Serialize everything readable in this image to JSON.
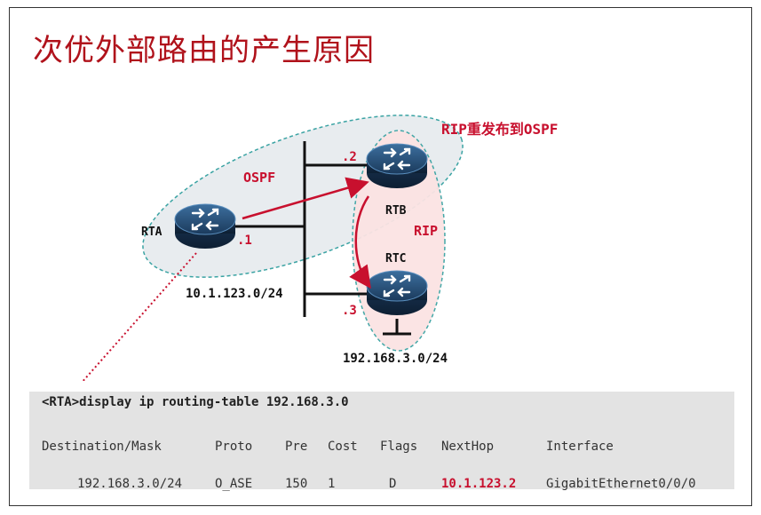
{
  "title": "次优外部路由的产生原因",
  "diagram": {
    "labels": {
      "ospf": "OSPF",
      "rip": "RIP",
      "redistribute": "RIP重发布到OSPF",
      "rta": "RTA",
      "rtb": "RTB",
      "rtc": "RTC",
      "ip1": ".1",
      "ip2": ".2",
      "ip3": ".3",
      "net_left": "10.1.123.0/24",
      "net_bottom": "192.168.3.0/24"
    },
    "colors": {
      "accent": "#c8102e",
      "router": "#1e3a5f",
      "ospf_area": "#e6ecf0",
      "rip_area": "#fbe1e1",
      "dash": "#3aa3a3"
    }
  },
  "cli": {
    "command": "<RTA>display ip routing-table 192.168.3.0",
    "headers": [
      "Destination/Mask",
      "Proto",
      "Pre",
      "Cost",
      "Flags",
      "NextHop",
      "Interface"
    ],
    "row": [
      "192.168.3.0/24",
      "O_ASE",
      "150",
      "1",
      "D",
      "10.1.123.2",
      "GigabitEthernet0/0/0"
    ]
  }
}
